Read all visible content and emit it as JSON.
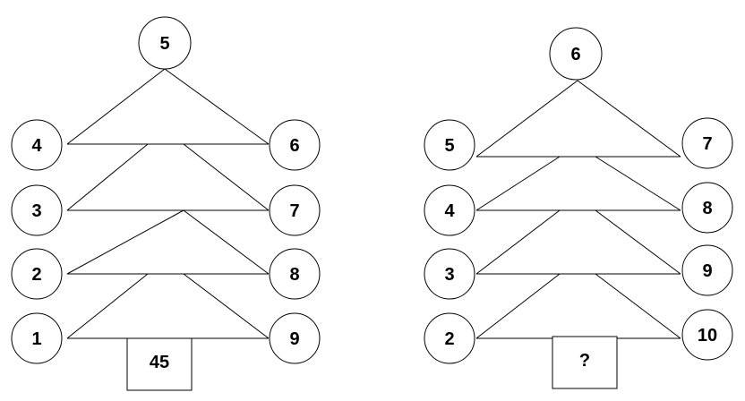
{
  "puzzles": [
    {
      "top": "5",
      "left": [
        "4",
        "3",
        "2",
        "1"
      ],
      "right": [
        "6",
        "7",
        "8",
        "9"
      ],
      "answer": "45"
    },
    {
      "top": "6",
      "left": [
        "5",
        "4",
        "3",
        "2"
      ],
      "right": [
        "7",
        "8",
        "9",
        "10"
      ],
      "answer": "?"
    }
  ]
}
